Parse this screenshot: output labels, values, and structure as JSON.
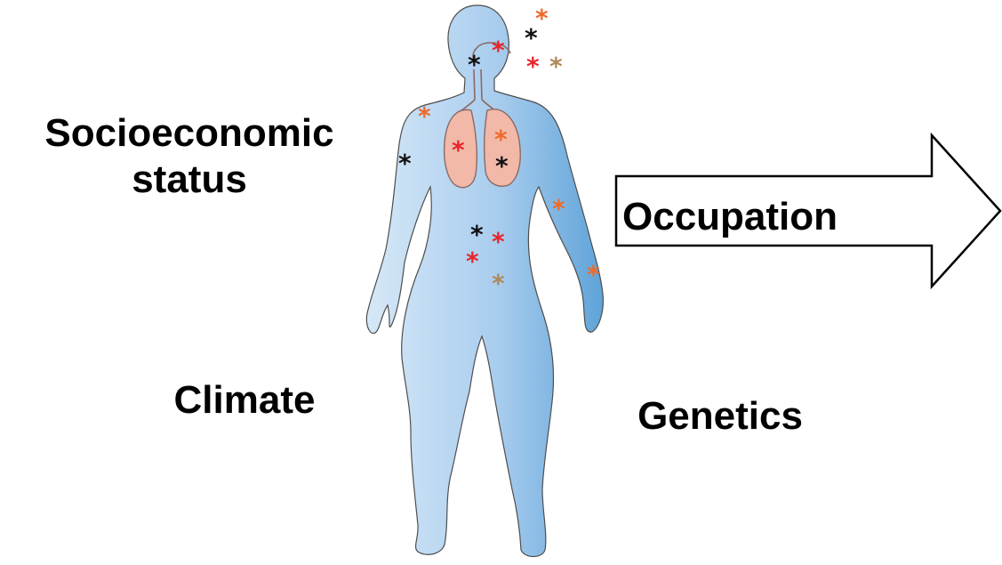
{
  "labels": {
    "socioeconomic": "Socioeconomic status",
    "climate": "Climate",
    "genetics": "Genetics",
    "occupation": "Occupation"
  },
  "colors": {
    "body_light": "#cfe3f5",
    "body_dark": "#5fa3d8",
    "lungs": "#f2b8a8",
    "asterisk_red": "#e8262c",
    "asterisk_orange": "#ef6a2a",
    "asterisk_black": "#111111",
    "asterisk_tan": "#b08a5a"
  },
  "icons": [
    "human-body-icon",
    "lungs-icon",
    "exposure-asterisk-icon",
    "right-arrow-icon"
  ]
}
